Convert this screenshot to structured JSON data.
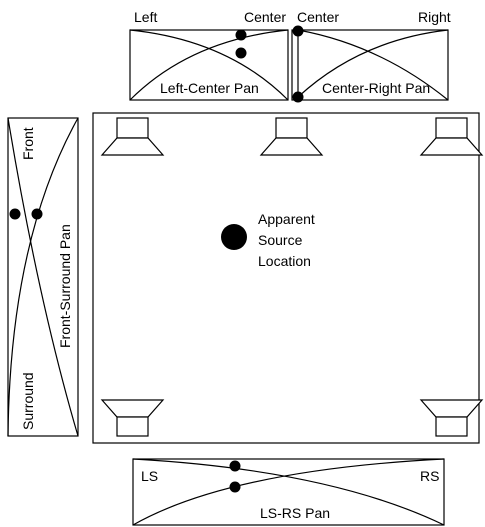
{
  "top_left_panel": {
    "label_left": "Left",
    "label_right": "Center",
    "title": "Left-Center Pan"
  },
  "top_right_panel": {
    "label_left": "Center",
    "label_right": "Right",
    "title": "Center-Right Pan"
  },
  "side_panel": {
    "label_top": "Front",
    "label_bottom": "Surround",
    "title": "Front-Surround Pan"
  },
  "bottom_panel": {
    "label_left": "LS",
    "label_right": "RS",
    "title": "LS-RS Pan"
  },
  "source": {
    "line1": "Apparent",
    "line2": "Source",
    "line3": "Location"
  }
}
